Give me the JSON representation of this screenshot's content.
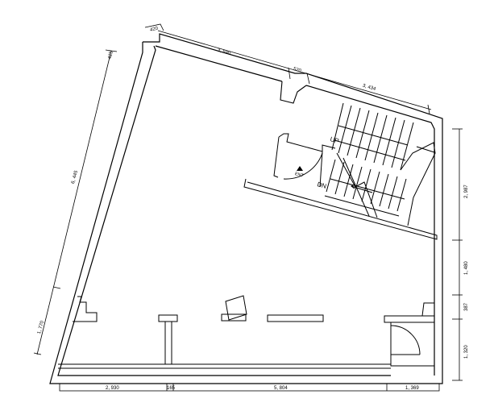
{
  "dimensions": {
    "top_small": "420",
    "top_left_segment": "3, 590",
    "top_notch": "520",
    "top_right_segment": "3, 434",
    "left_corner": "425",
    "left_long": "6, 445",
    "left_lower": "1, 770",
    "right_upper": "2, 987",
    "right_mid": "1, 480",
    "right_small": "387",
    "right_lower": "1, 320",
    "bottom_left": "2, 930",
    "bottom_small": "165",
    "bottom_middle": "5, 804",
    "bottom_right": "1, 369"
  },
  "labels": {
    "stair_up": "UP",
    "stair_down": "DN",
    "entrance": "ENT"
  }
}
